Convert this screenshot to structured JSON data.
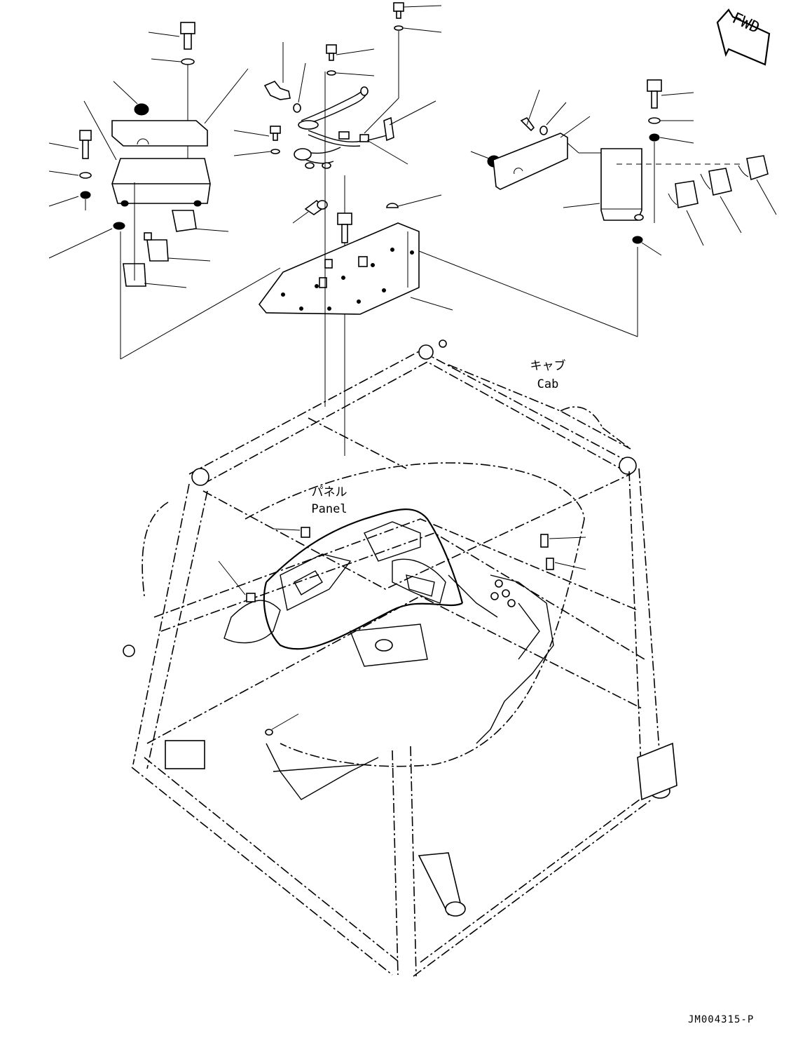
{
  "labels": {
    "cab_jp": "キャブ",
    "cab_en": "Cab",
    "panel_jp": "パネル",
    "panel_en": "Panel",
    "fwd": "FWD"
  },
  "drawing_code": "JM004315-P",
  "colors": {
    "line": "#000000",
    "background": "#ffffff"
  }
}
